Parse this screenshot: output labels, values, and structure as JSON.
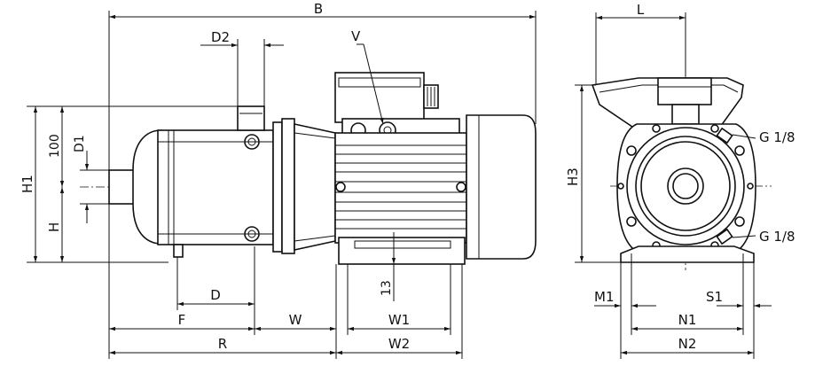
{
  "labels": {
    "B": "B",
    "D2": "D2",
    "V": "V",
    "L": "L",
    "H1": "H1",
    "h100": "100",
    "D1": "D1",
    "H": "H",
    "H3": "H3",
    "G18_top": "G 1/8",
    "G18_bottom": "G 1/8",
    "D": "D",
    "d13": "13",
    "F": "F",
    "W": "W",
    "W1": "W1",
    "R": "R",
    "W2": "W2",
    "M1": "M1",
    "S1": "S1",
    "N1": "N1",
    "N2": "N2"
  }
}
